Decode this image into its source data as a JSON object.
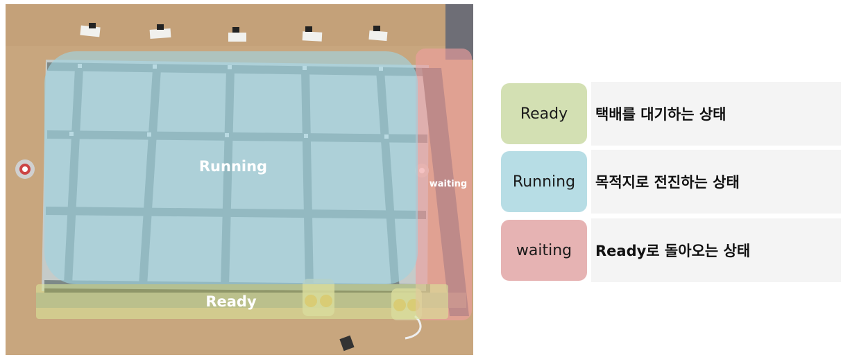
{
  "board": {
    "zones": {
      "running": {
        "label": "Running",
        "color": "#9fd3e0"
      },
      "ready": {
        "label": "Ready",
        "color": "#d8e49a"
      },
      "waiting": {
        "label": "waiting",
        "color": "#ef9e9e"
      }
    }
  },
  "legend": [
    {
      "key": "Ready",
      "color": "#d3e0b3",
      "description": "택배를 대기하는 상태"
    },
    {
      "key": "Running",
      "color": "#b7dde5",
      "description": "목적지로 전진하는 상태"
    },
    {
      "key": "waiting",
      "color": "#e6b3b3",
      "description": "Ready로 돌아오는 상태"
    }
  ]
}
